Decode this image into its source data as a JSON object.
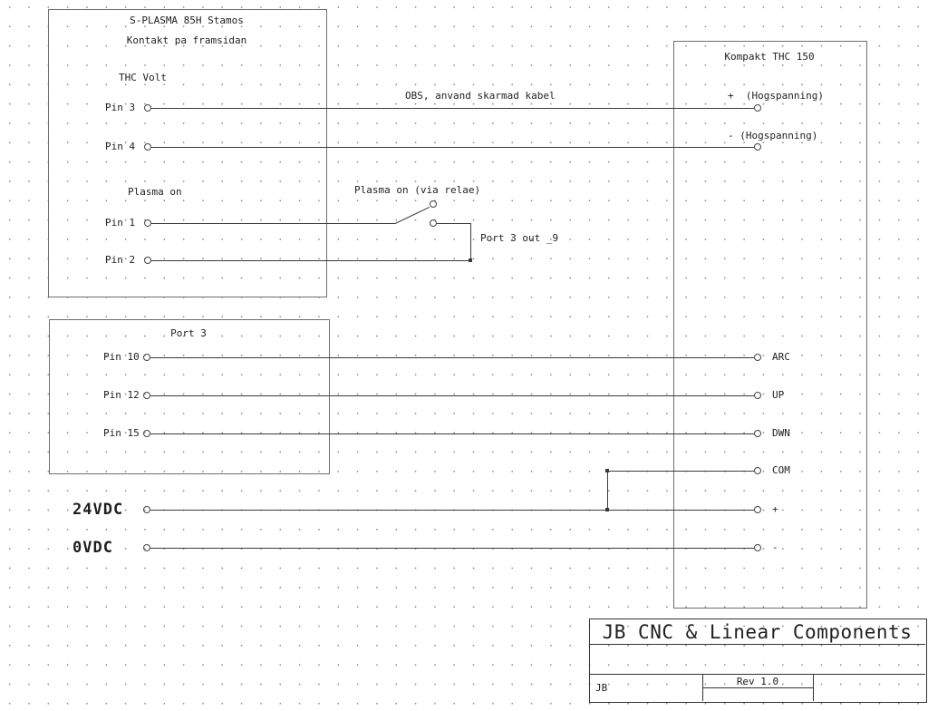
{
  "diagram": {
    "plasma_box": {
      "title_line1": "S-PLASMA 85H Stamos",
      "title_line2": "Kontakt pa framsidan",
      "section_thc": "THC Volt",
      "section_plasma": "Plasma on",
      "pin3": "Pin 3",
      "pin4": "Pin 4",
      "pin1": "Pin 1",
      "pin2": "Pin 2"
    },
    "port3_box": {
      "title": "Port 3",
      "pin10": "Pin 10",
      "pin12": "Pin 12",
      "pin15": "Pin 15"
    },
    "thc_box": {
      "title": "Kompakt THC 150",
      "hv_plus": "+  (Hogspanning)",
      "hv_minus": "- (Hogspanning)",
      "arc": "ARC",
      "up": "UP",
      "dwn": "DWN",
      "com": "COM",
      "plus": "+",
      "minus": "-"
    },
    "notes": {
      "obs": "OBS, anvand skarmad kabel",
      "relay": "Plasma on (via relae)",
      "port3_out": "Port 3 out _9"
    },
    "supply": {
      "v24": "24VDC",
      "v0": "0VDC"
    }
  },
  "title_block": {
    "company": "JB CNC & Linear Components",
    "author": "JB",
    "revision": "Rev 1.0"
  },
  "colors": {
    "wire": "#3a3a3a",
    "box_border": "#6e6e6e",
    "grid_dot": "#8a8a8a"
  }
}
